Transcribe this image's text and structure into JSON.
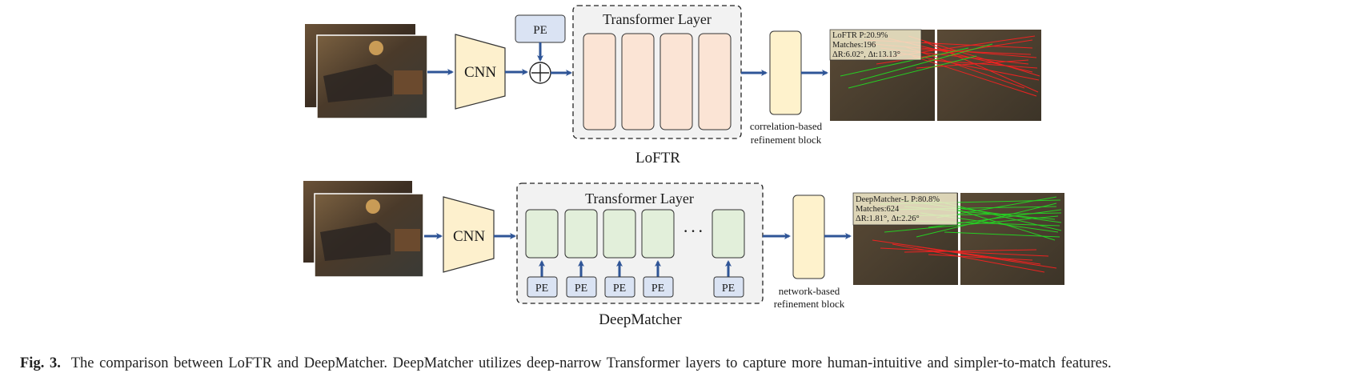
{
  "loftr": {
    "title": "LoFTR",
    "cnn": "CNN",
    "pe": "PE",
    "transformer_label": "Transformer Layer",
    "refine_line1": "correlation-based",
    "refine_line2": "refinement block",
    "result_line1": "LoFTR P:20.9%",
    "result_line2": "Matches:196",
    "result_line3": "ΔR:6.02°, Δt:13.13°"
  },
  "deepmatcher": {
    "title": "DeepMatcher",
    "cnn": "CNN",
    "pe": "PE",
    "transformer_label": "Transformer Layer",
    "ellipsis": "· · ·",
    "refine_line1": "network-based",
    "refine_line2": "refinement block",
    "result_line1": "DeepMatcher-L P:80.8%",
    "result_line2": "Matches:624",
    "result_line3": "ΔR:1.81°, Δt:2.26°"
  },
  "caption": {
    "label": "Fig. 3.",
    "text": "The comparison between LoFTR and DeepMatcher. DeepMatcher utilizes deep-narrow Transformer layers to capture more human-intuitive and simpler-to-match features."
  },
  "colors": {
    "arrow": "#2f5597",
    "cnn_fill": "#fdf0cd",
    "pe_fill": "#dae3f3",
    "loftr_block": "#fbe4d5",
    "dm_block": "#e2efda",
    "refine_fill": "#fef2cc",
    "match_red": "#ff2020",
    "match_green": "#22dd22"
  }
}
